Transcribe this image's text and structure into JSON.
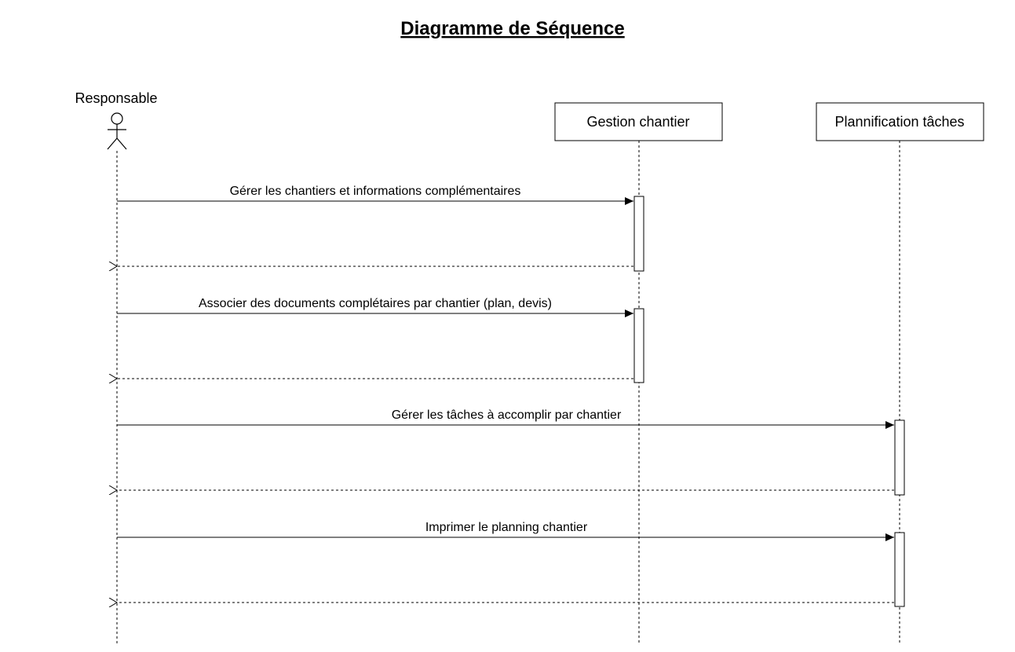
{
  "title": "Diagramme de Séquence",
  "actor": {
    "label": "Responsable"
  },
  "lifelines": [
    {
      "label": "Gestion chantier"
    },
    {
      "label": "Plannification tâches"
    }
  ],
  "messages": [
    {
      "label": "Gérer les chantiers et informations complémentaires",
      "target": "Gestion chantier",
      "type": "call"
    },
    {
      "label": "",
      "target": "Responsable",
      "type": "return"
    },
    {
      "label": "Associer des documents complétaires par chantier (plan, devis)",
      "target": "Gestion chantier",
      "type": "call"
    },
    {
      "label": "",
      "target": "Responsable",
      "type": "return"
    },
    {
      "label": "Gérer les tâches à accomplir par chantier",
      "target": "Plannification tâches",
      "type": "call"
    },
    {
      "label": "",
      "target": "Responsable",
      "type": "return"
    },
    {
      "label": "Imprimer le planning chantier",
      "target": "Plannification tâches",
      "type": "call"
    },
    {
      "label": "",
      "target": "Responsable",
      "type": "return"
    }
  ]
}
